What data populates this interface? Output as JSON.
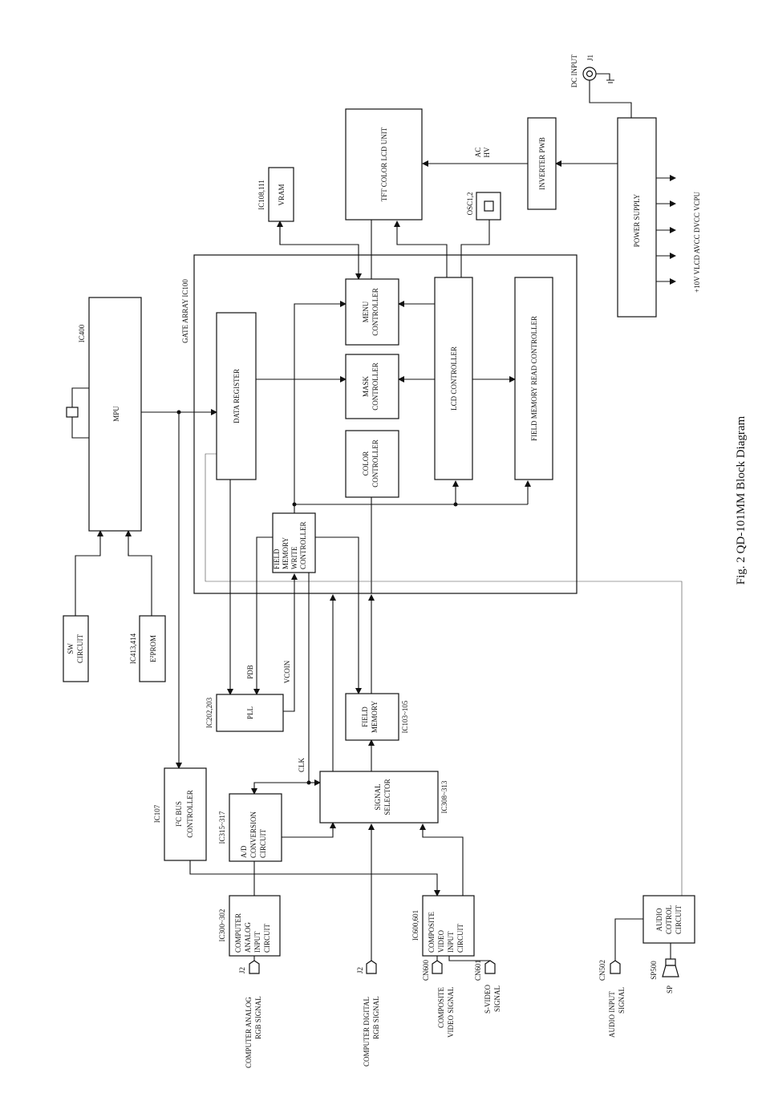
{
  "caption": "Fig. 2 QD-101MM Block Diagram",
  "blocks": {
    "mpu": "MPU",
    "ic400": "IC400",
    "gate_array": "GATE ARRAY IC100",
    "data_register": "DATA REGISTER",
    "menu_controller": [
      "MENU",
      "CONTROLLER"
    ],
    "mask_controller": [
      "MASK",
      "CONTROLLER"
    ],
    "color_controller": [
      "COLOR",
      "CONTROLLER"
    ],
    "lcd_controller": "LCD CONTROLLER",
    "field_memory_read_controller": "FIELD MEMORY READ CONTROLLER",
    "field_memory_write_controller": [
      "FIELD",
      "MEMORY",
      "WRITE",
      "CONTROLLER"
    ],
    "vram": "VRAM",
    "vram_ic": "IC108,111",
    "tft_lcd_unit": "TFT COLOR LCD UNIT",
    "osc": "OSC1,2",
    "inverter_pwb": "INVERTER PWB",
    "ac_hv": [
      "AC",
      "HV"
    ],
    "power_supply": "POWER SUPPLY",
    "dc_input": "DC INPUT",
    "j1": "J1",
    "rails": "+10V  VLCD  AVCC DVCC VCPU",
    "sw_circuit": [
      "SW",
      "CIRCUIT"
    ],
    "eeprom": [
      "E",
      "2",
      "PROM"
    ],
    "eeprom_ic": "IC413,414",
    "pll": "PLL",
    "pll_ic": "IC202,203",
    "pdb": "PDB",
    "vcoin": "VCOIN",
    "clk": "CLK",
    "field_memory": [
      "FIELD",
      "MEMORY"
    ],
    "field_memory_ic": "IC103~105",
    "i2c_bus_controller": [
      "I",
      "2",
      "C BUS",
      "CONTROLLER"
    ],
    "i2c_ic": "IC107",
    "ad_conversion": [
      "A/D",
      "CONVERSION",
      "CIRCUIT"
    ],
    "ad_ic": "IC315~317",
    "signal_selector": [
      "SIGNAL",
      "SELECTOR"
    ],
    "signal_selector_ic": "IC308~313",
    "computer_analog_input": [
      "COMPUTER",
      "ANALOG",
      "INPUT",
      "CIRCUIT"
    ],
    "computer_analog_ic": "IC300~302",
    "composite_input": [
      "COMPOSITE",
      "VIDEO",
      "INPUT",
      "CIRCUIT"
    ],
    "composite_ic": "IC600,601",
    "audio_control": [
      "AUDIO",
      "COTROL",
      "CIRCUIT"
    ]
  },
  "connectors": {
    "j2_analog": "J2",
    "analog_signal": [
      "COMPUTER ANALOG",
      "RGB SIGNAL"
    ],
    "j2_digital": "J2",
    "digital_signal": [
      "COMPUTER DIGITAL",
      "RGB SIGNAL"
    ],
    "cn600": "CN600",
    "composite_signal": [
      "COMPOSITE",
      "VIDEO SIGNAL"
    ],
    "cn601": "CN601",
    "svideo_signal": [
      "S-VIDEO",
      "SIGNAL"
    ],
    "cn502": "CN502",
    "audio_signal": [
      "AUDIO INPUT",
      "SIGNAL"
    ],
    "sp500": "SP500",
    "sp": "SP"
  }
}
